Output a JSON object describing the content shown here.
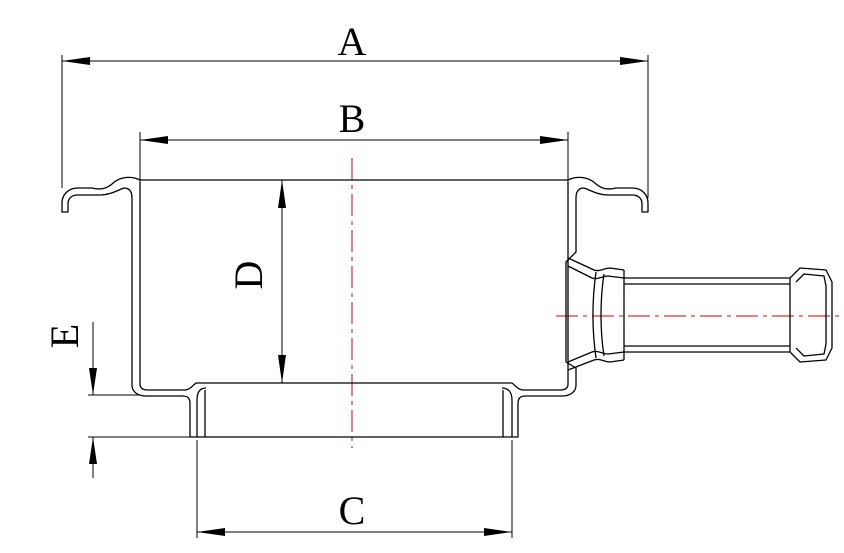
{
  "labels": {
    "a": "A",
    "b": "B",
    "c": "C",
    "d": "D",
    "e": "E"
  },
  "colors": {
    "line": "#000000",
    "centerline": "#d40000",
    "background": "#ffffff"
  }
}
